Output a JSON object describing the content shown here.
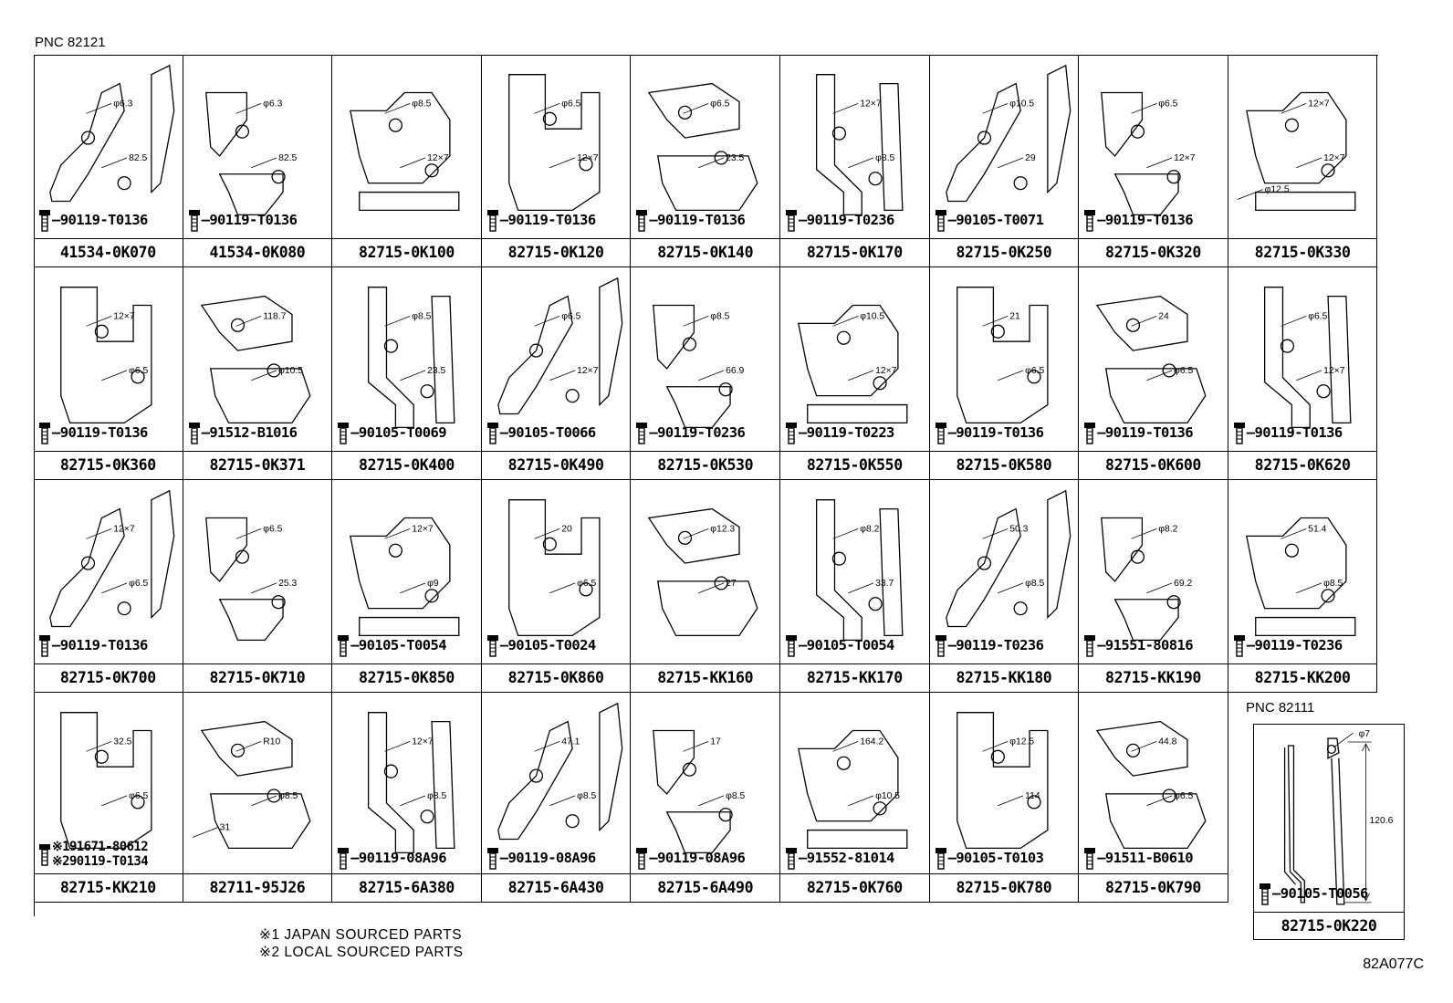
{
  "pnc_main": "PNC 82121",
  "pnc_secondary": "PNC 82111",
  "notes": [
    "※1 JAPAN SOURCED PARTS",
    "※2 LOCAL SOURCED PARTS"
  ],
  "diagram_code": "82A077C",
  "rows": [
    [
      {
        "part": "41534-0K070",
        "bolt": "90119-T0136",
        "dims": [
          "φ6.3",
          "82.5"
        ]
      },
      {
        "part": "41534-0K080",
        "bolt": "90119-T0136",
        "dims": [
          "φ6.3",
          "82.5"
        ]
      },
      {
        "part": "82715-0K100",
        "bolt": "",
        "dims": [
          "φ8.5",
          "12×7"
        ]
      },
      {
        "part": "82715-0K120",
        "bolt": "90119-T0136",
        "dims": [
          "φ6.5",
          "12×7"
        ]
      },
      {
        "part": "82715-0K140",
        "bolt": "90119-T0136",
        "dims": [
          "φ6.5",
          "23.5"
        ]
      },
      {
        "part": "82715-0K170",
        "bolt": "90119-T0236",
        "dims": [
          "12×7",
          "φ8.5"
        ]
      },
      {
        "part": "82715-0K250",
        "bolt": "90105-T0071",
        "dims": [
          "φ10.5",
          "29"
        ]
      },
      {
        "part": "82715-0K320",
        "bolt": "90119-T0136",
        "dims": [
          "φ6.5",
          "12×7"
        ]
      },
      {
        "part": "82715-0K330",
        "bolt": "",
        "dims": [
          "12×7",
          "12×7",
          "φ12.5"
        ]
      }
    ],
    [
      {
        "part": "82715-0K360",
        "bolt": "90119-T0136",
        "dims": [
          "12×7",
          "φ6.5"
        ]
      },
      {
        "part": "82715-0K371",
        "bolt": "91512-B1016",
        "dims": [
          "118.7",
          "φ10.5"
        ]
      },
      {
        "part": "82715-0K400",
        "bolt": "90105-T0069",
        "dims": [
          "φ8.5",
          "23.5"
        ]
      },
      {
        "part": "82715-0K490",
        "bolt": "90105-T0066",
        "dims": [
          "φ6.5",
          "12×7"
        ]
      },
      {
        "part": "82715-0K530",
        "bolt": "90119-T0236",
        "dims": [
          "φ8.5",
          "66.9"
        ]
      },
      {
        "part": "82715-0K550",
        "bolt": "90119-T0223",
        "dims": [
          "φ10.5",
          "12×7"
        ]
      },
      {
        "part": "82715-0K580",
        "bolt": "90119-T0136",
        "dims": [
          "21",
          "φ6.5"
        ]
      },
      {
        "part": "82715-0K600",
        "bolt": "90119-T0136",
        "dims": [
          "24",
          "φ6.5"
        ]
      },
      {
        "part": "82715-0K620",
        "bolt": "90119-T0136",
        "dims": [
          "φ6.5",
          "12×7"
        ]
      }
    ],
    [
      {
        "part": "82715-0K700",
        "bolt": "90119-T0136",
        "dims": [
          "12×7",
          "φ6.5"
        ]
      },
      {
        "part": "82715-0K710",
        "bolt": "",
        "dims": [
          "φ6.5",
          "25.3"
        ]
      },
      {
        "part": "82715-0K850",
        "bolt": "90105-T0054",
        "dims": [
          "12×7",
          "φ9"
        ]
      },
      {
        "part": "82715-0K860",
        "bolt": "90105-T0024",
        "dims": [
          "20",
          "φ6.5"
        ]
      },
      {
        "part": "82715-KK160",
        "bolt": "",
        "dims": [
          "φ12.3",
          "27"
        ]
      },
      {
        "part": "82715-KK170",
        "bolt": "90105-T0054",
        "dims": [
          "φ8.2",
          "33.7"
        ]
      },
      {
        "part": "82715-KK180",
        "bolt": "90119-T0236",
        "dims": [
          "50.3",
          "φ8.5"
        ]
      },
      {
        "part": "82715-KK190",
        "bolt": "91551-80816",
        "dims": [
          "φ8.2",
          "69.2"
        ]
      },
      {
        "part": "82715-KK200",
        "bolt": "90119-T0236",
        "dims": [
          "51.4",
          "φ8.5"
        ]
      }
    ],
    [
      {
        "part": "82715-KK210",
        "bolt": "",
        "bolt_lines": [
          "※191671-80612",
          "※290119-T0134"
        ],
        "dims": [
          "32.5",
          "φ6.5"
        ]
      },
      {
        "part": "82711-95J26",
        "bolt": "",
        "dims": [
          "R10",
          "φ8.5",
          "31"
        ]
      },
      {
        "part": "82715-6A380",
        "bolt": "90119-08A96",
        "dims": [
          "12×7",
          "φ8.5"
        ]
      },
      {
        "part": "82715-6A430",
        "bolt": "90119-08A96",
        "dims": [
          "47.1",
          "φ8.5"
        ]
      },
      {
        "part": "82715-6A490",
        "bolt": "90119-08A96",
        "dims": [
          "17",
          "φ8.5"
        ]
      },
      {
        "part": "82715-0K760",
        "bolt": "91552-81014",
        "dims": [
          "164.2",
          "φ10.5"
        ]
      },
      {
        "part": "82715-0K780",
        "bolt": "90105-T0103",
        "dims": [
          "φ12.5",
          "114"
        ]
      },
      {
        "part": "82715-0K790",
        "bolt": "91511-B0610",
        "dims": [
          "44.8",
          "φ6.5"
        ]
      }
    ]
  ],
  "extra": {
    "part": "82715-0K220",
    "bolt": "90105-T0056",
    "dims": [
      "φ7",
      "120.6"
    ]
  }
}
